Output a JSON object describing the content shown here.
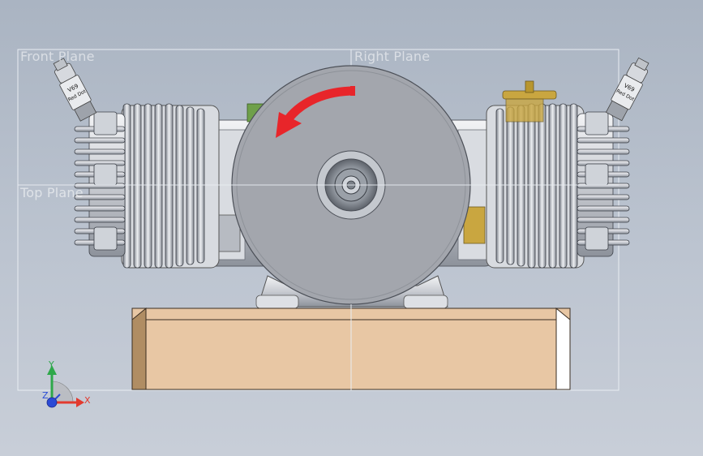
{
  "planes": {
    "front": "Front Plane",
    "right": "Right Plane",
    "top": "Top Plane"
  },
  "spark_plug": {
    "left_text_1": "V69",
    "left_text_2": "Red Dot",
    "right_text_1": "V69",
    "right_text_2": "Red Dot"
  },
  "triad": {
    "x": "X",
    "y": "Y",
    "z": "Z"
  },
  "colors": {
    "background_top": "#aab4c2",
    "background_bottom": "#c8ced8",
    "flywheel": "#a3a6ad",
    "base_wood": "#e8c7a4",
    "rotation_arrow": "#e8252a",
    "axis_x": "#e23a2e",
    "axis_y": "#2ea84a",
    "axis_z": "#2a4ad6"
  }
}
